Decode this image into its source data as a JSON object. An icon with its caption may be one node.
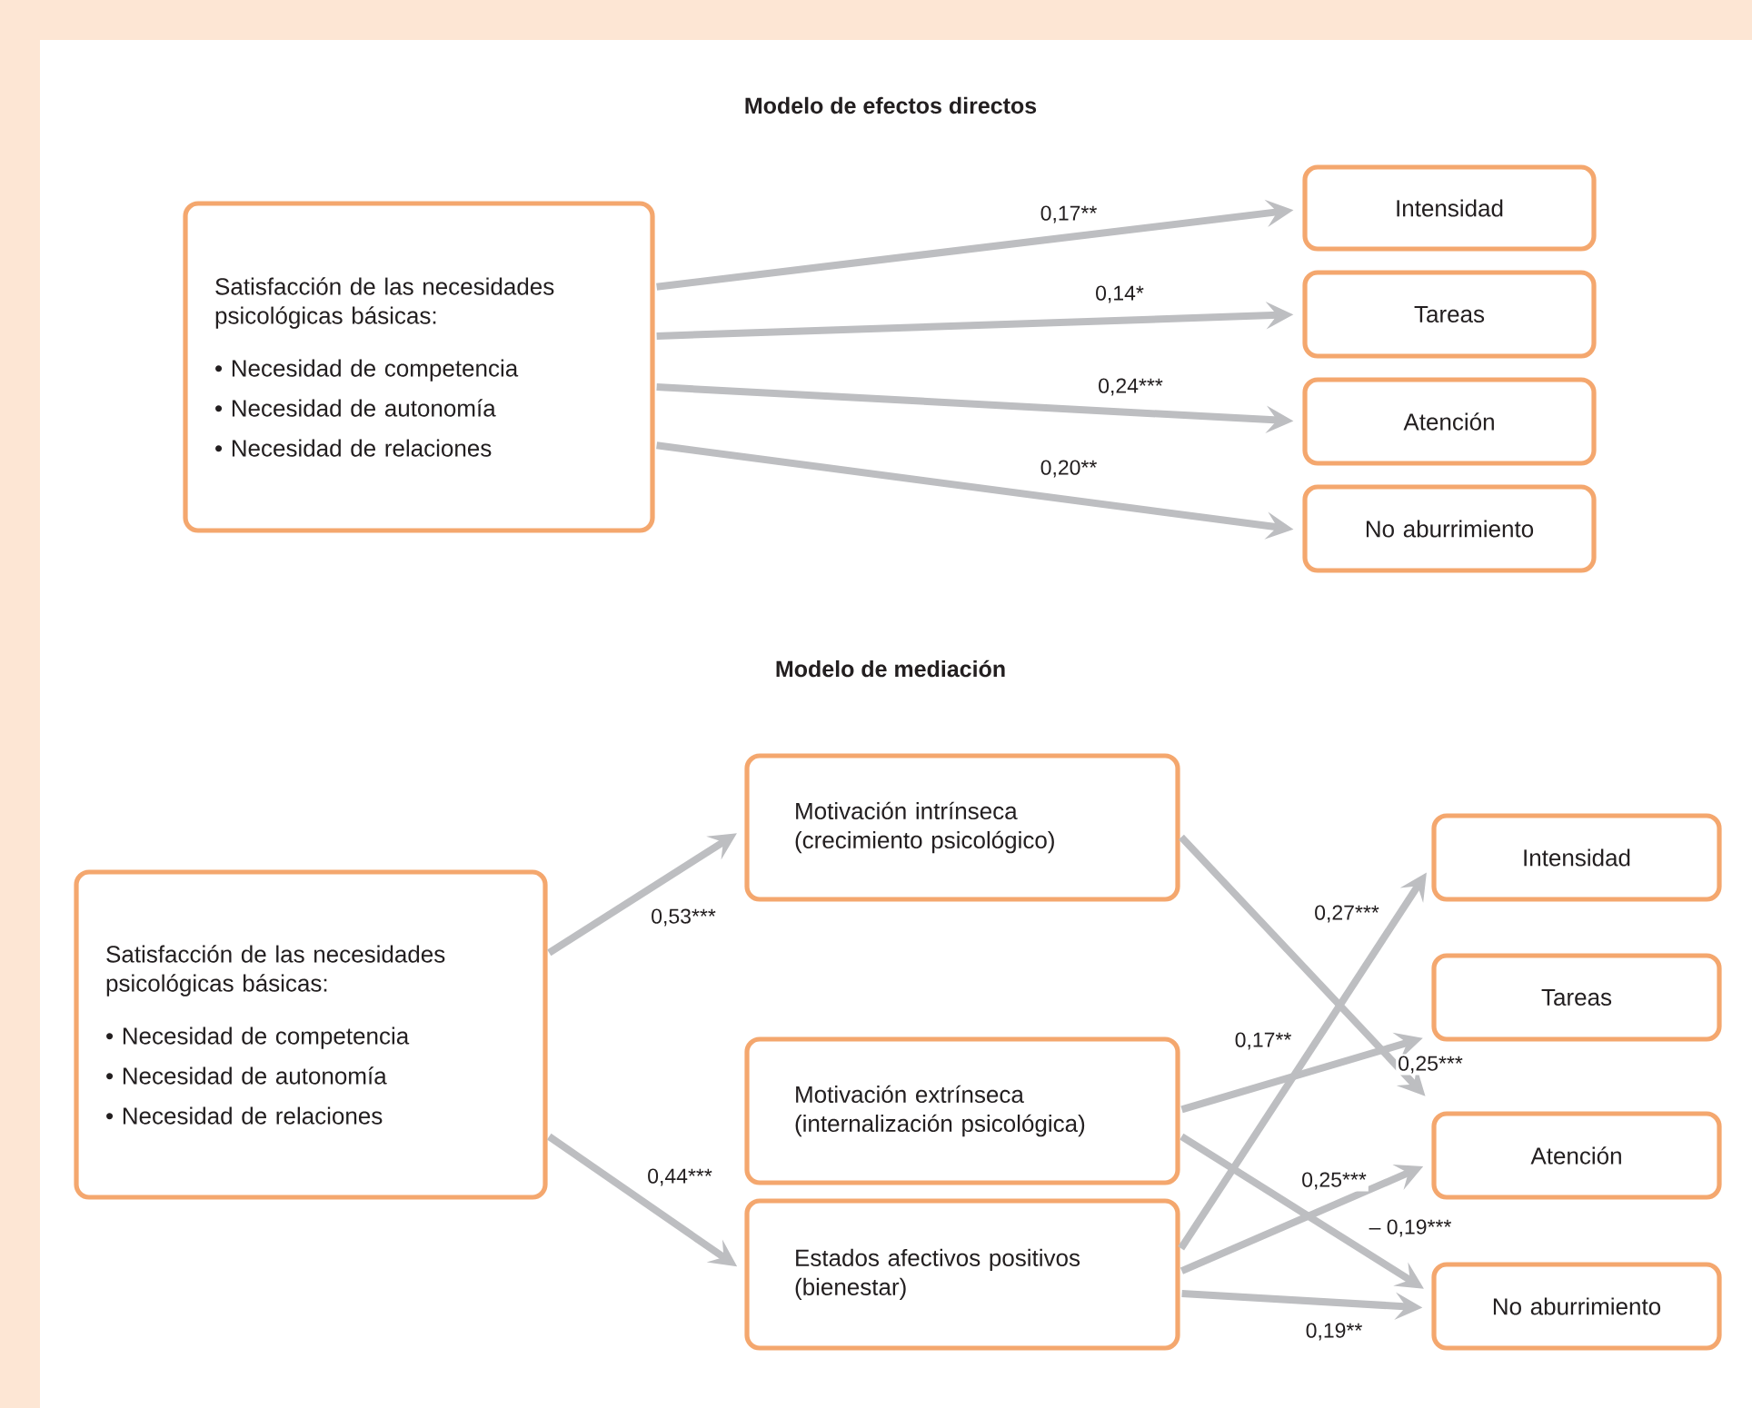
{
  "diagram": {
    "nodes": [
      {
        "text": [
          "Satisfacción de las necesidades psicológicas básicas:",
          "• Necesidad de competencia",
          "• Necesidad de autonomía",
          "• Necesidad de relaciones"
        ]
      },
      {
        "text": [
          "Intensidad"
        ]
      },
      {
        "text": [
          "Tareas"
        ]
      },
      {
        "text": [
          "Atención"
        ]
      },
      {
        "text": [
          "No aburrimiento"
        ]
      },
      {
        "text": [
          "Satisfacción de las necesidades psicológicas básicas:",
          "• Necesidad de competencia",
          "• Necesidad de autonomía",
          "• Necesidad de relaciones"
        ]
      },
      {
        "text": [
          "Motivación intrínseca (crecimiento psicológico)"
        ]
      },
      {
        "text": [
          "Motivación extrínseca (internalización psicológica)"
        ]
      },
      {
        "text": [
          "Estados afectivos positivos (bienestar)"
        ]
      },
      {
        "text": [
          "Intensidad"
        ]
      },
      {
        "text": [
          "Tareas"
        ]
      },
      {
        "text": [
          "Atención"
        ]
      },
      {
        "text": [
          "No aburrimiento"
        ]
      }
    ],
    "edges": [
      {
        "from": 0,
        "to": 1,
        "arrow": "to",
        "label": "0,17**"
      },
      {
        "from": 0,
        "to": 2,
        "arrow": "to",
        "label": "0,14*"
      },
      {
        "from": 0,
        "to": 3,
        "arrow": "to",
        "label": "0,24***"
      },
      {
        "from": 0,
        "to": 4,
        "arrow": "to",
        "label": "0,20**"
      },
      {
        "from": 5,
        "to": 6,
        "arrow": "to",
        "label": "0,53***"
      },
      {
        "from": 5,
        "to": 8,
        "arrow": "to",
        "label": "0,44***"
      },
      {
        "from": 6,
        "to": 11,
        "arrow": "to",
        "label": "0,25***"
      },
      {
        "from": 7,
        "to": 10,
        "arrow": "to",
        "label": "0,17**"
      },
      {
        "from": 7,
        "to": 12,
        "arrow": "to",
        "label": "– 0,19***"
      },
      {
        "from": 8,
        "to": 9,
        "arrow": "to",
        "label": "0,27***"
      },
      {
        "from": 8,
        "to": 11,
        "arrow": "to",
        "label": "0,25***"
      },
      {
        "from": 8,
        "to": 12,
        "arrow": "to",
        "label": "0,19**"
      }
    ],
    "labels": [
      "Modelo de efectos directos",
      "Modelo de mediación"
    ]
  }
}
